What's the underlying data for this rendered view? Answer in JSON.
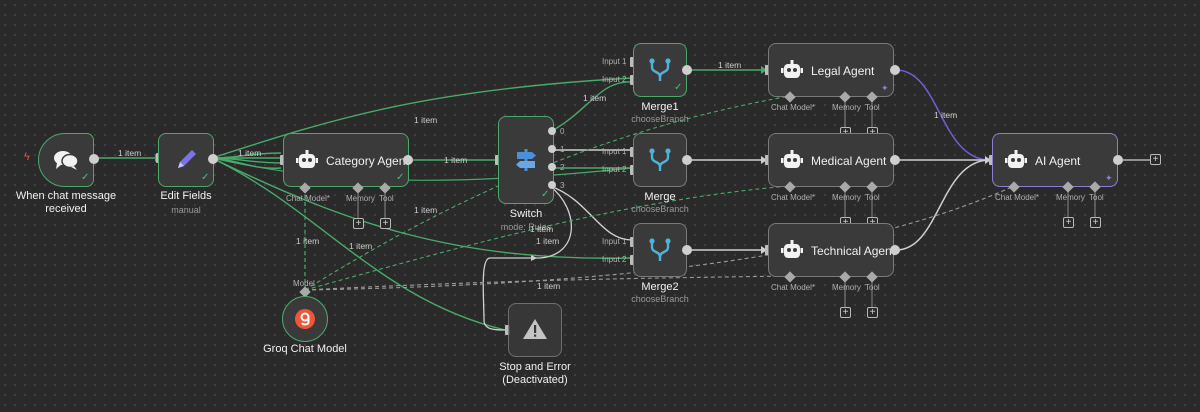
{
  "nodes": {
    "chat_trigger": {
      "title_line1": "When chat message",
      "title_line2": "received"
    },
    "edit_fields": {
      "title": "Edit Fields",
      "subtitle": "manual"
    },
    "category_agent": {
      "title": "Category Agent"
    },
    "switch": {
      "title": "Switch",
      "subtitle": "mode: Rules",
      "outputs": [
        "0",
        "1",
        "2",
        "3"
      ]
    },
    "merge1": {
      "title": "Merge1",
      "subtitle": "chooseBranch"
    },
    "merge": {
      "title": "Merge",
      "subtitle": "chooseBranch"
    },
    "merge2": {
      "title": "Merge2",
      "subtitle": "chooseBranch"
    },
    "legal_agent": {
      "title": "Legal Agent"
    },
    "medical_agent": {
      "title": "Medical Agent"
    },
    "technical_agent": {
      "title": "Technical Agent"
    },
    "ai_agent": {
      "title": "AI Agent"
    },
    "groq": {
      "title": "Groq Chat Model",
      "port_label": "Model"
    },
    "stop_error": {
      "title_line1": "Stop and Error",
      "title_line2": "(Deactivated)"
    }
  },
  "ports": {
    "chat_model": "Chat Model*",
    "memory": "Memory",
    "tool": "Tool",
    "input1": "Input 1",
    "input2": "Input 2"
  },
  "edge_label": "1 item",
  "colors": {
    "success": "#49a96a",
    "selected": "#8a7fd6",
    "neutral": "#cfcfcf",
    "error": "#e0533b"
  }
}
